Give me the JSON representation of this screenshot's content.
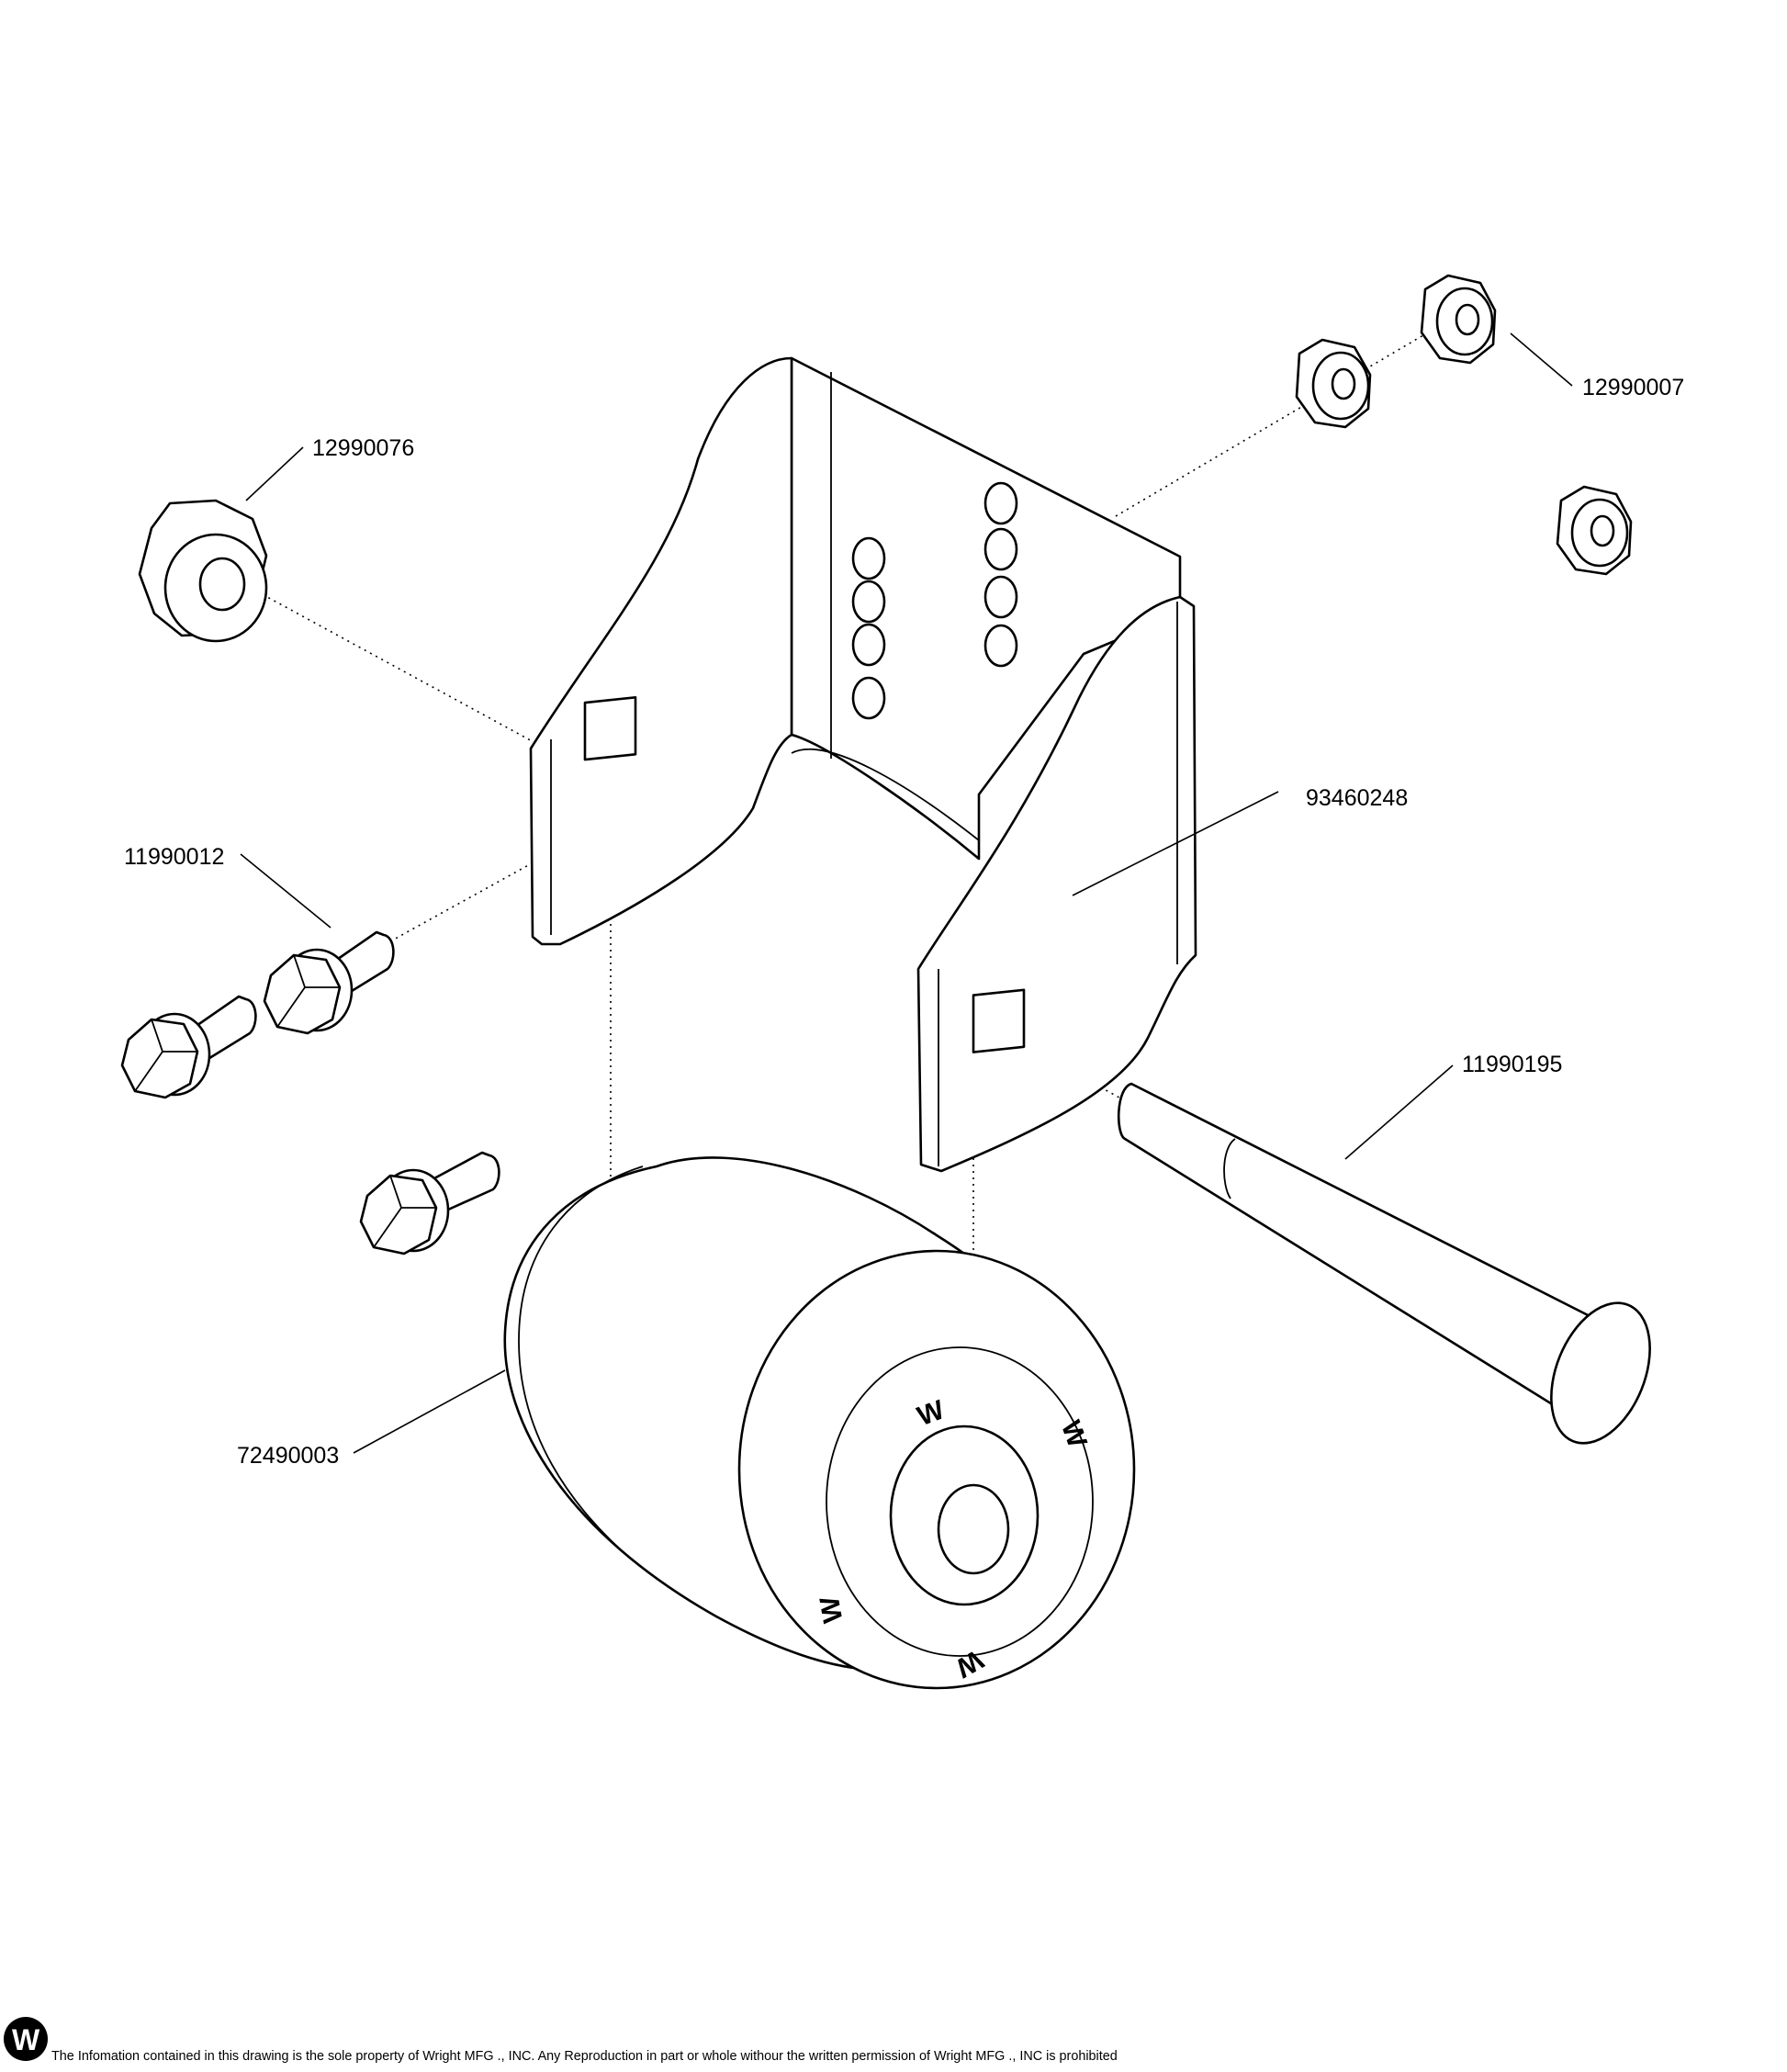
{
  "diagram": {
    "part_labels": {
      "flange_nut_large": "12990076",
      "flange_nut_small": "12990007",
      "bracket": "93460248",
      "carriage_bolt_short": "11990012",
      "axle_bolt": "11990195",
      "caster_wheel": "72490003"
    },
    "wheel_hub_mark": "W"
  },
  "footer": {
    "logo_letter": "W",
    "notice": "The Infomation contained in this drawing is the sole property of Wright MFG ., INC. Any Reproduction in part or whole withour the written permission of Wright MFG ., INC is prohibited"
  },
  "colors": {
    "line": "#000000",
    "background": "#ffffff"
  }
}
